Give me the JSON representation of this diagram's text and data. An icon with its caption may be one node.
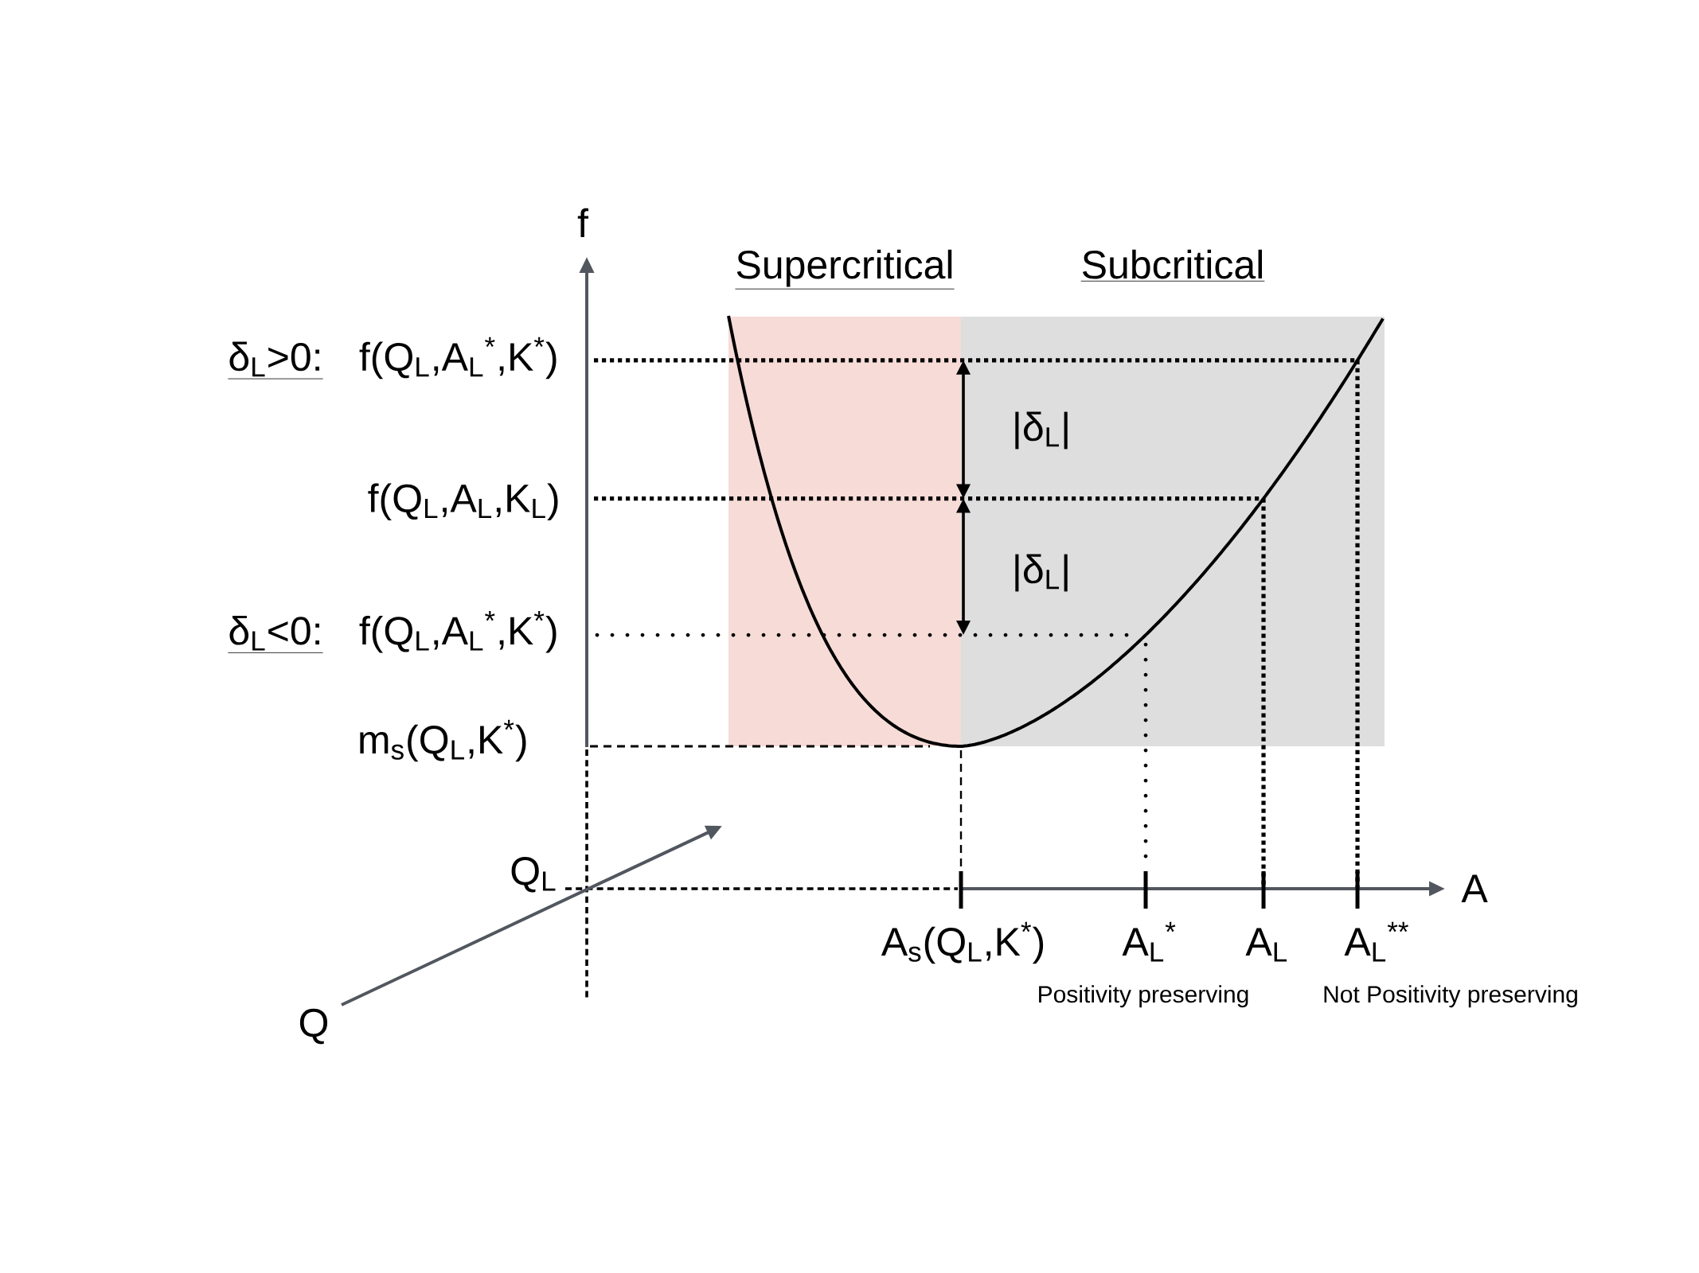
{
  "diagram": {
    "labels": [
      "f",
      "Supercritical",
      "Subcritical",
      "δ$_{L}$>0:",
      "f(Q$_{L}$,A$_{L}$$^{*}$,K$^{*}$)",
      "|δ$_{L}$|",
      "f(Q$_{L}$,A$_{L}$,K$_{L}$)",
      "|δ$_{L}$|",
      "δ$_{L}$<0:",
      "f(Q$_{L}$,A$_{L}$$^{*}$,K$^{*}$)",
      "m$_{s}$(Q$_{L}$,K$^{*}$)",
      "Q$_{L}$",
      "A",
      "A$_{s}$(Q$_{L}$,K$^{*}$)",
      "A$_{L}$$^{*}$",
      "A$_{L}$",
      "A$_{L}$$^{**}$",
      "Positivity preserving",
      "Not Positivity preserving",
      "Q"
    ]
  }
}
